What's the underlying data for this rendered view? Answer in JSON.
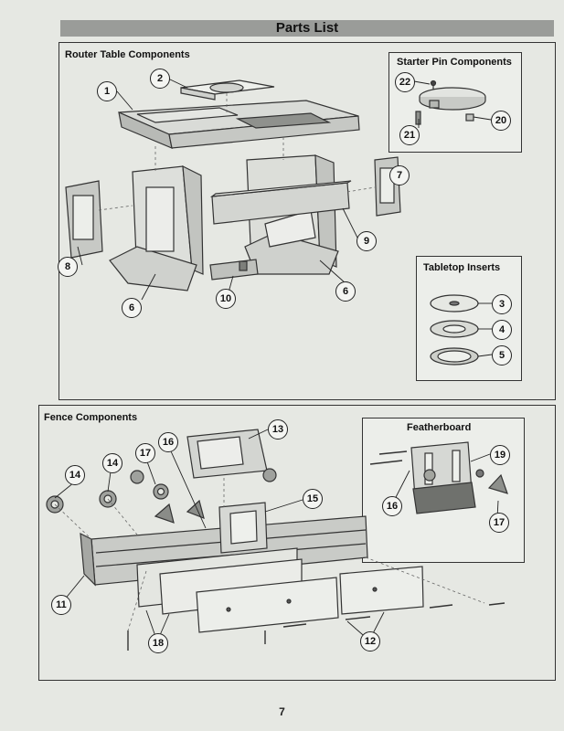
{
  "document": {
    "title": "Parts List",
    "page_number": "7"
  },
  "sections": {
    "router_table": "Router Table Components",
    "starter_pin": "Starter Pin Components",
    "tabletop_inserts": "Tabletop Inserts",
    "fence": "Fence Components",
    "featherboard": "Featherboard"
  },
  "callouts": {
    "c1": "1",
    "c2": "2",
    "c6a": "6",
    "c6b": "6",
    "c7": "7",
    "c8": "8",
    "c9": "9",
    "c10": "10",
    "c22": "22",
    "c21": "21",
    "c20": "20",
    "c3": "3",
    "c4": "4",
    "c5": "5",
    "c13": "13",
    "c14a": "14",
    "c14b": "14",
    "c15": "15",
    "c16a": "16",
    "c17a": "17",
    "c11": "11",
    "c18": "18",
    "c12": "12",
    "c19": "19",
    "c16b": "16",
    "c17b": "17"
  }
}
